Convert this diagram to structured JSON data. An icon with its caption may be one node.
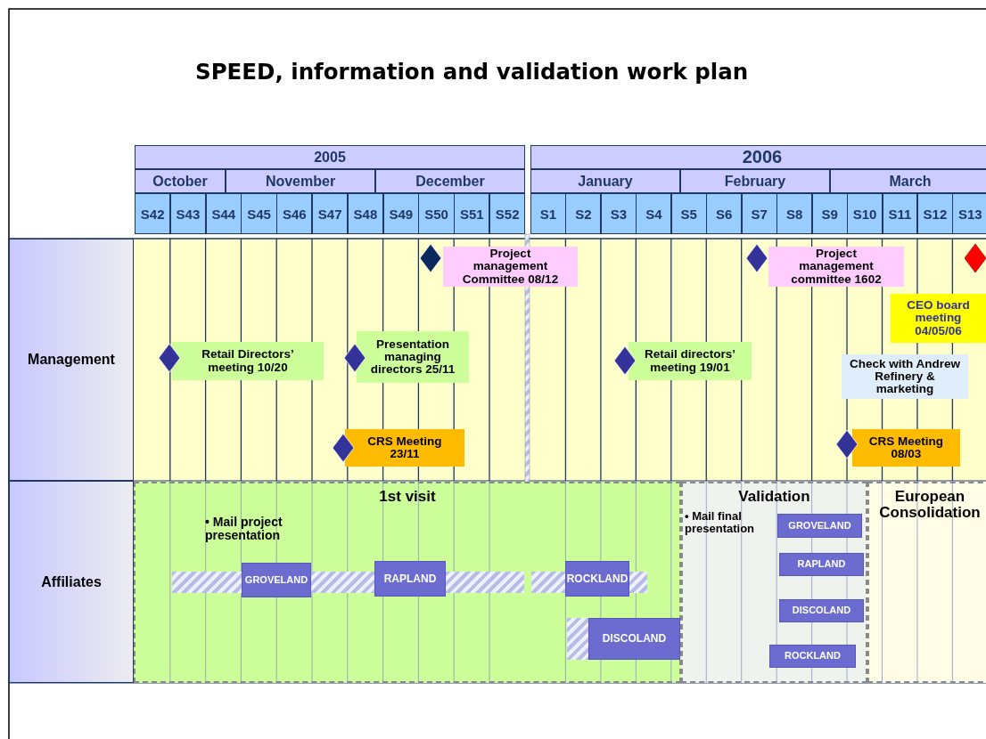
{
  "diagram": {
    "title": "SPEED, information and validation work plan",
    "nodes": [
      {
        "text": [
          "Management"
        ]
      },
      {
        "text": [
          "Affiliates"
        ]
      },
      {
        "text": [
          "Project management Committee 08/12"
        ]
      },
      {
        "text": [
          "Project management committee 1602"
        ]
      },
      {
        "text": [
          "CEO board meeting 04/05/06"
        ]
      },
      {
        "text": [
          "Retail Directors’ meeting 10/20"
        ]
      },
      {
        "text": [
          "Presentation managing directors 25/11"
        ]
      },
      {
        "text": [
          "Retail directors’ meeting 19/01"
        ]
      },
      {
        "text": [
          "Check with Andrew Refinery & marketing"
        ]
      },
      {
        "text": [
          "CRS Meeting 23/11"
        ]
      },
      {
        "text": [
          "CRS Meeting 08/03"
        ]
      },
      {
        "text": [
          "1st visit",
          "• Mail project presentation"
        ]
      },
      {
        "text": [
          "GROVELAND"
        ],
        "in": 11
      },
      {
        "text": [
          "RAPLAND"
        ],
        "in": 11
      },
      {
        "text": [
          "ROCKLAND"
        ],
        "in": 11
      },
      {
        "text": [
          "DISCOLAND"
        ],
        "in": 11
      },
      {
        "text": [
          "Validation",
          "• Mail final presentation"
        ]
      },
      {
        "text": [
          "GROVELAND"
        ],
        "in": 16
      },
      {
        "text": [
          "RAPLAND"
        ],
        "in": 16
      },
      {
        "text": [
          "DISCOLAND"
        ],
        "in": 16
      },
      {
        "text": [
          "ROCKLAND"
        ],
        "in": 16
      },
      {
        "text": [
          "European Consolidation"
        ]
      },
      {
        "text": [],
        "shape": "bar",
        "in": 11
      },
      {
        "text": [],
        "shape": "bar",
        "in": 11
      },
      {
        "text": [],
        "shape": "bar",
        "in": 11
      },
      {
        "text": [],
        "shape": "bar",
        "in": 11
      },
      {
        "text": [],
        "shape": "bar",
        "in": 11
      },
      {
        "text": [],
        "shape": "bar",
        "in": 11
      }
    ],
    "labels": [
      "2005",
      "2006",
      "October",
      "November",
      "December",
      "January",
      "February",
      "March",
      "S42",
      "S43",
      "S44",
      "S45",
      "S46",
      "S47",
      "S48",
      "S49",
      "S50",
      "S51",
      "S52",
      "S1",
      "S2",
      "S3",
      "S4",
      "S5",
      "S6",
      "S7",
      "S8",
      "S9",
      "S10",
      "S11",
      "S12",
      "S13"
    ]
  }
}
